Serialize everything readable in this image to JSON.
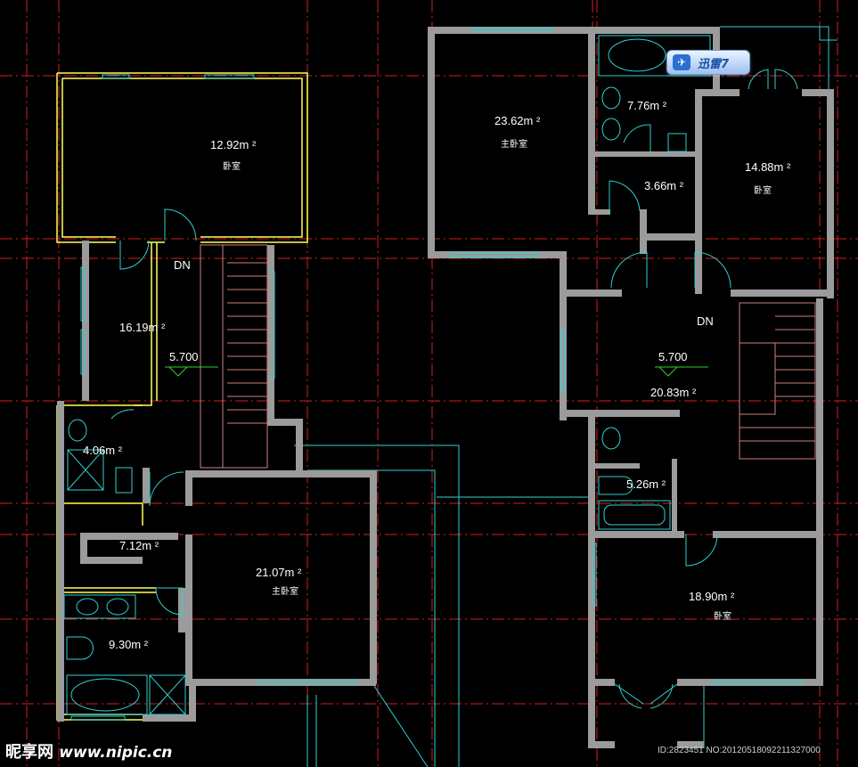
{
  "rooms": [
    {
      "id": "r1",
      "area": "12.92m ²",
      "name": "卧室"
    },
    {
      "id": "r2",
      "area": "16.19m ²",
      "name": ""
    },
    {
      "id": "r3",
      "area": "4.06m ²",
      "name": ""
    },
    {
      "id": "r4",
      "area": "7.12m ²",
      "name": ""
    },
    {
      "id": "r5",
      "area": "9.30m ²",
      "name": ""
    },
    {
      "id": "r6",
      "area": "21.07m ²",
      "name": "主卧室"
    },
    {
      "id": "r7",
      "area": "23.62m ²",
      "name": "主卧室"
    },
    {
      "id": "r8",
      "area": "7.76m ²",
      "name": ""
    },
    {
      "id": "r9",
      "area": "3.66m ²",
      "name": ""
    },
    {
      "id": "r10",
      "area": "14.88m ²",
      "name": "卧室"
    },
    {
      "id": "r11",
      "area": "20.83m ²",
      "name": ""
    },
    {
      "id": "r12",
      "area": "5.26m ²",
      "name": ""
    },
    {
      "id": "r13",
      "area": "18.90m ²",
      "name": "卧室"
    }
  ],
  "elevations": [
    "5.700",
    "5.700"
  ],
  "stair_labels": [
    "DN",
    "DN"
  ],
  "badge": {
    "icon": "thunder-bird-icon",
    "text": "迅雷7"
  },
  "watermark": {
    "brand": "昵享网",
    "url": "www.nipic.cn"
  },
  "image_id": "ID:2823451 NO:20120518092211327000",
  "colors": {
    "wall": "#9b9b9b",
    "yellow": "#ffff55",
    "cyan": "#30d0d0",
    "red": "#d02020",
    "background": "#000000"
  }
}
